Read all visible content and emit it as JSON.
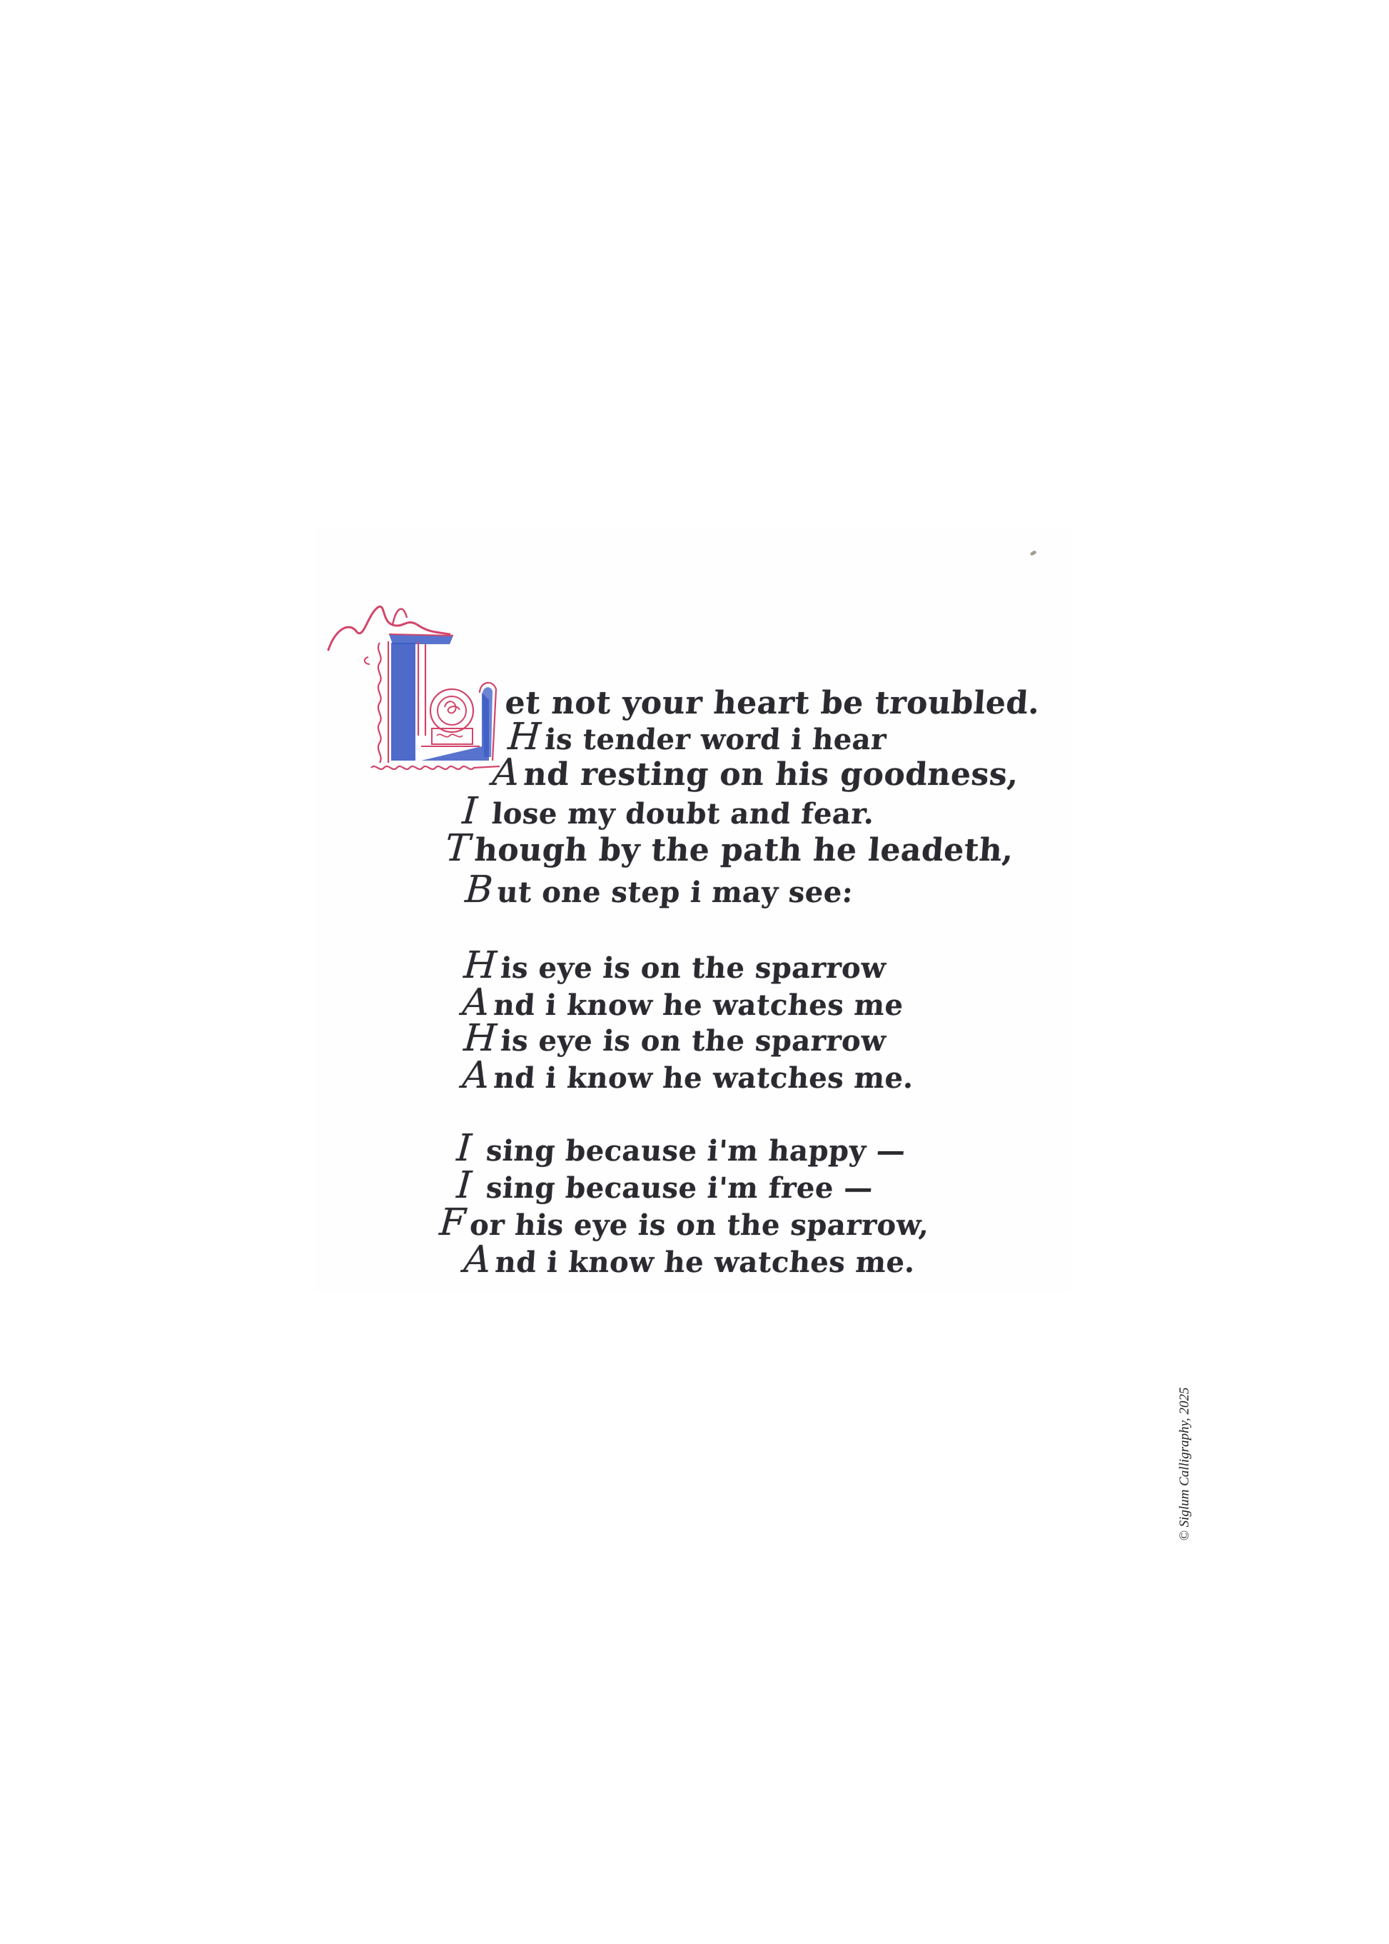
{
  "document": {
    "type": "calligraphy-page",
    "illuminated_initial": {
      "letter": "L",
      "colors": {
        "fill": "#3b5bc4",
        "outline": "#d2456a"
      }
    },
    "ink_color": "#2b2a30",
    "stanzas": [
      {
        "lines": [
          {
            "cap": "",
            "text": "et not your heart be troubled."
          },
          {
            "cap": "H",
            "text": "is tender word i hear"
          },
          {
            "cap": "A",
            "text": "nd resting on his goodness,"
          },
          {
            "cap": "I",
            "text": " lose my doubt and fear."
          },
          {
            "cap": "T",
            "text": "hough by the path he leadeth,"
          },
          {
            "cap": "B",
            "text": "ut one step i may see:"
          }
        ]
      },
      {
        "lines": [
          {
            "cap": "H",
            "text": "is eye is on the sparrow"
          },
          {
            "cap": "A",
            "text": "nd i know he watches me"
          },
          {
            "cap": "H",
            "text": "is eye is on the sparrow"
          },
          {
            "cap": "A",
            "text": "nd i know he watches me."
          }
        ]
      },
      {
        "lines": [
          {
            "cap": "I",
            "text": " sing because i'm happy —"
          },
          {
            "cap": "I",
            "text": " sing because i'm free —"
          },
          {
            "cap": "F",
            "text": "or his eye is on the sparrow,"
          },
          {
            "cap": "A",
            "text": "nd i know he watches me."
          }
        ]
      }
    ],
    "copyright": "© Siglum Calligraphy, 2025"
  }
}
